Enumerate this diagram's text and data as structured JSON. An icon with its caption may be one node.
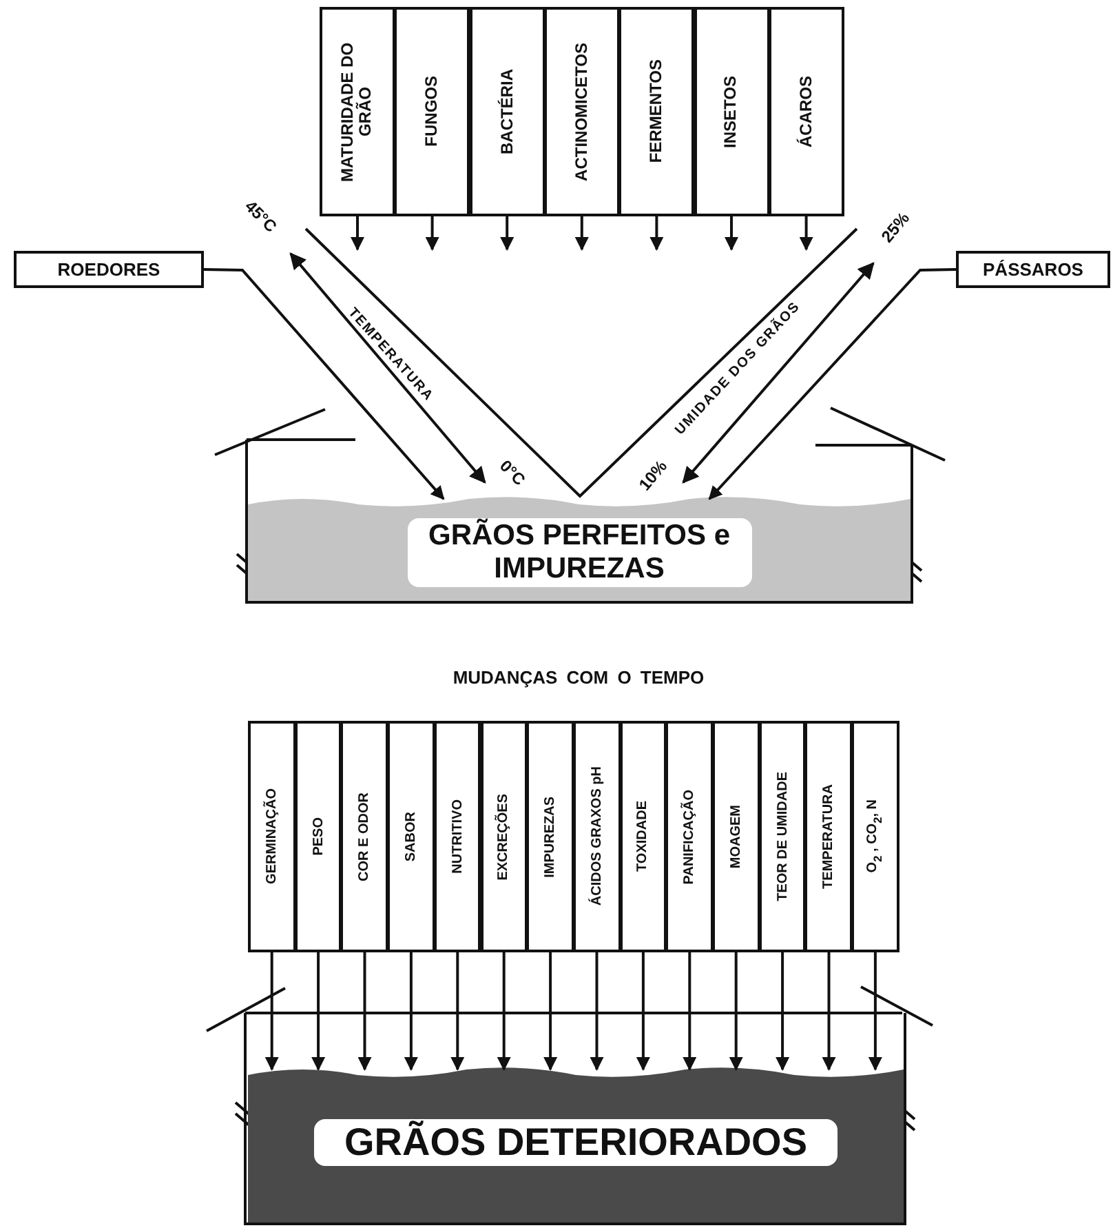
{
  "diagram": {
    "nodes": [
      {
        "text": [
          "MATURIDADE DO GRÃO"
        ]
      },
      {
        "text": [
          "FUNGOS"
        ]
      },
      {
        "text": [
          "BACTÉRIA"
        ]
      },
      {
        "text": [
          "ACTINOMICETOS"
        ]
      },
      {
        "text": [
          "FERMENTOS"
        ]
      },
      {
        "text": [
          "INSETOS"
        ]
      },
      {
        "text": [
          "ÁCAROS"
        ]
      },
      {
        "text": [
          "ROEDORES"
        ]
      },
      {
        "text": [
          "PÁSSAROS"
        ]
      },
      {
        "text": [
          "GRÃOS PERFEITOS e IMPUREZAS"
        ]
      },
      {
        "text": [
          "GERMINAÇÃO"
        ]
      },
      {
        "text": [
          "PESO"
        ]
      },
      {
        "text": [
          "COR E ODOR"
        ]
      },
      {
        "text": [
          "SABOR"
        ]
      },
      {
        "text": [
          "NUTRITIVO"
        ]
      },
      {
        "text": [
          "EXCREÇÕES"
        ]
      },
      {
        "text": [
          "IMPUREZAS"
        ]
      },
      {
        "text": [
          "ÁCIDOS GRAXOS pH"
        ]
      },
      {
        "text": [
          "TOXIDADE"
        ]
      },
      {
        "text": [
          "PANIFICAÇÃO"
        ]
      },
      {
        "text": [
          "MOAGEM"
        ]
      },
      {
        "text": [
          "TEOR DE UMIDADE"
        ]
      },
      {
        "text": [
          "TEMPERATURA"
        ]
      },
      {
        "text": [
          "O$_{2}$ , CO$_{2}$, N"
        ]
      },
      {
        "text": [
          "GRÃOS DETERIORADOS"
        ]
      }
    ],
    "edges": [
      {
        "from": 0,
        "to": null,
        "arrow": "to"
      },
      {
        "from": 1,
        "to": null,
        "arrow": "to"
      },
      {
        "from": 2,
        "to": null,
        "arrow": "to"
      },
      {
        "from": 3,
        "to": null,
        "arrow": "to"
      },
      {
        "from": 4,
        "to": null,
        "arrow": "to"
      },
      {
        "from": 5,
        "to": null,
        "arrow": "to"
      },
      {
        "from": 6,
        "to": null,
        "arrow": "to"
      },
      {
        "from": 7,
        "to": 9,
        "arrow": "to"
      },
      {
        "from": 8,
        "to": 9,
        "arrow": "to"
      },
      {
        "from": 10,
        "to": 24,
        "arrow": "to"
      },
      {
        "from": 11,
        "to": 24,
        "arrow": "to"
      },
      {
        "from": 12,
        "to": 24,
        "arrow": "to"
      },
      {
        "from": 13,
        "to": 24,
        "arrow": "to"
      },
      {
        "from": 14,
        "to": 24,
        "arrow": "to"
      },
      {
        "from": 15,
        "to": 24,
        "arrow": "to"
      },
      {
        "from": 16,
        "to": 24,
        "arrow": "to"
      },
      {
        "from": 17,
        "to": 24,
        "arrow": "to"
      },
      {
        "from": 18,
        "to": 24,
        "arrow": "to"
      },
      {
        "from": 19,
        "to": 24,
        "arrow": "to"
      },
      {
        "from": 20,
        "to": 24,
        "arrow": "to"
      },
      {
        "from": 21,
        "to": 24,
        "arrow": "to"
      },
      {
        "from": 22,
        "to": 24,
        "arrow": "to"
      },
      {
        "from": 23,
        "to": 24,
        "arrow": "to"
      }
    ],
    "labels": [
      "45°C",
      "25%",
      "TEMPERATURA",
      "UMIDADE DOS GRÃOS",
      "0°C",
      "10%",
      "MUDANÇAS COM O TEMPO"
    ]
  }
}
